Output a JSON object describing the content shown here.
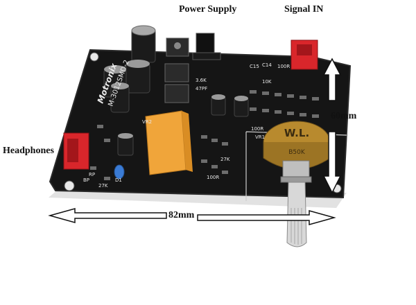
{
  "labels": {
    "power_supply": "Power Supply",
    "signal_in": "Signal IN",
    "headphones": "Headphones",
    "height_dim": "60mm",
    "width_dim": "82mm"
  },
  "board": {
    "brand": "Motronix",
    "model": "M-3012SMD-2",
    "pot_brand": "W.L.",
    "pot_value": "B50K",
    "silk": [
      "3.6K",
      "47PF",
      "27K",
      "100R",
      "10K",
      "100R",
      "VR1",
      "VR2",
      "D1",
      "C15",
      "C14",
      "100R",
      "BP",
      "RP",
      "27K"
    ]
  },
  "colors": {
    "pcb": "#141414",
    "connector": "#d9262b",
    "relay": "#f0a53a",
    "led": "#3a7bd5",
    "pot_body": "#b88a2e",
    "shaft": "#d8d8d8"
  }
}
